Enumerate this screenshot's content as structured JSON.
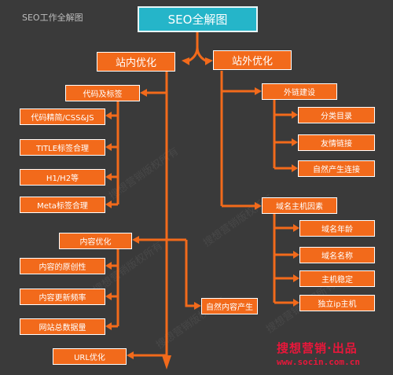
{
  "corner_title": "SEO工作全解图",
  "root": "SEO全解图",
  "onsite": {
    "label": "站内优化",
    "code": {
      "label": "代码及标签",
      "items": [
        "代码精简/CSS&JS",
        "TITLE标签合理",
        "H1/H2等",
        "Meta标签合理"
      ]
    },
    "content": {
      "label": "内容优化",
      "items": [
        "内容的原创性",
        "内容更新频率",
        "网站总数据量"
      ]
    },
    "url": {
      "label": "URL优化"
    }
  },
  "natural_content": "自然内容产生",
  "offsite": {
    "label": "站外优化",
    "links": {
      "label": "外链建设",
      "items": [
        "分类目录",
        "友情链接",
        "自然产生连接"
      ]
    },
    "host": {
      "label": "域名主机因素",
      "items": [
        "域名年龄",
        "域名名称",
        "主机稳定",
        "独立ip主机"
      ]
    }
  },
  "credit": {
    "text": "搜想营销·出品",
    "url": "www.socin.com.cn"
  },
  "watermark": "搜想营销版权所有",
  "colors": {
    "background": "#3a3a3a",
    "box": "#f26a1b",
    "root": "#25b5c9",
    "credit": "#e8173a"
  }
}
